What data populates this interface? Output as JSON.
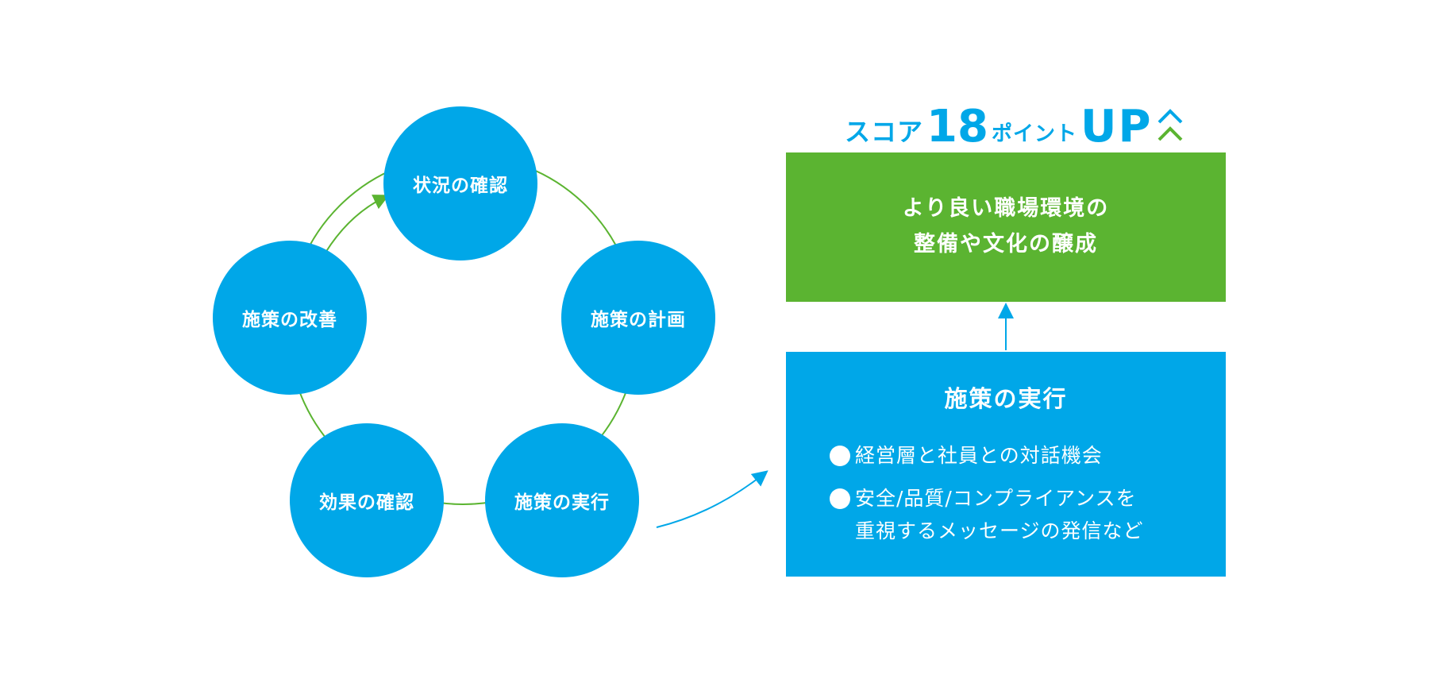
{
  "cycle": {
    "nodes": [
      {
        "label": "状況の確認"
      },
      {
        "label": "施策の計画"
      },
      {
        "label": "施策の実行"
      },
      {
        "label": "効果の確認"
      },
      {
        "label": "施策の改善"
      }
    ]
  },
  "score": {
    "prefix": "スコア",
    "number": "18",
    "suffix": "ポイント",
    "up": "UP"
  },
  "outcome_box": {
    "line1": "より良い職場環境の",
    "line2": "整備や文化の醸成"
  },
  "action_box": {
    "title": "施策の実行",
    "items": [
      {
        "lines": [
          "経営層と社員との対話機会"
        ]
      },
      {
        "lines": [
          "安全/品質/コンプライアンスを",
          "重視するメッセージの発信など"
        ]
      }
    ]
  },
  "colors": {
    "blue": "#00a7e8",
    "green": "#5bb431",
    "white": "#ffffff"
  }
}
